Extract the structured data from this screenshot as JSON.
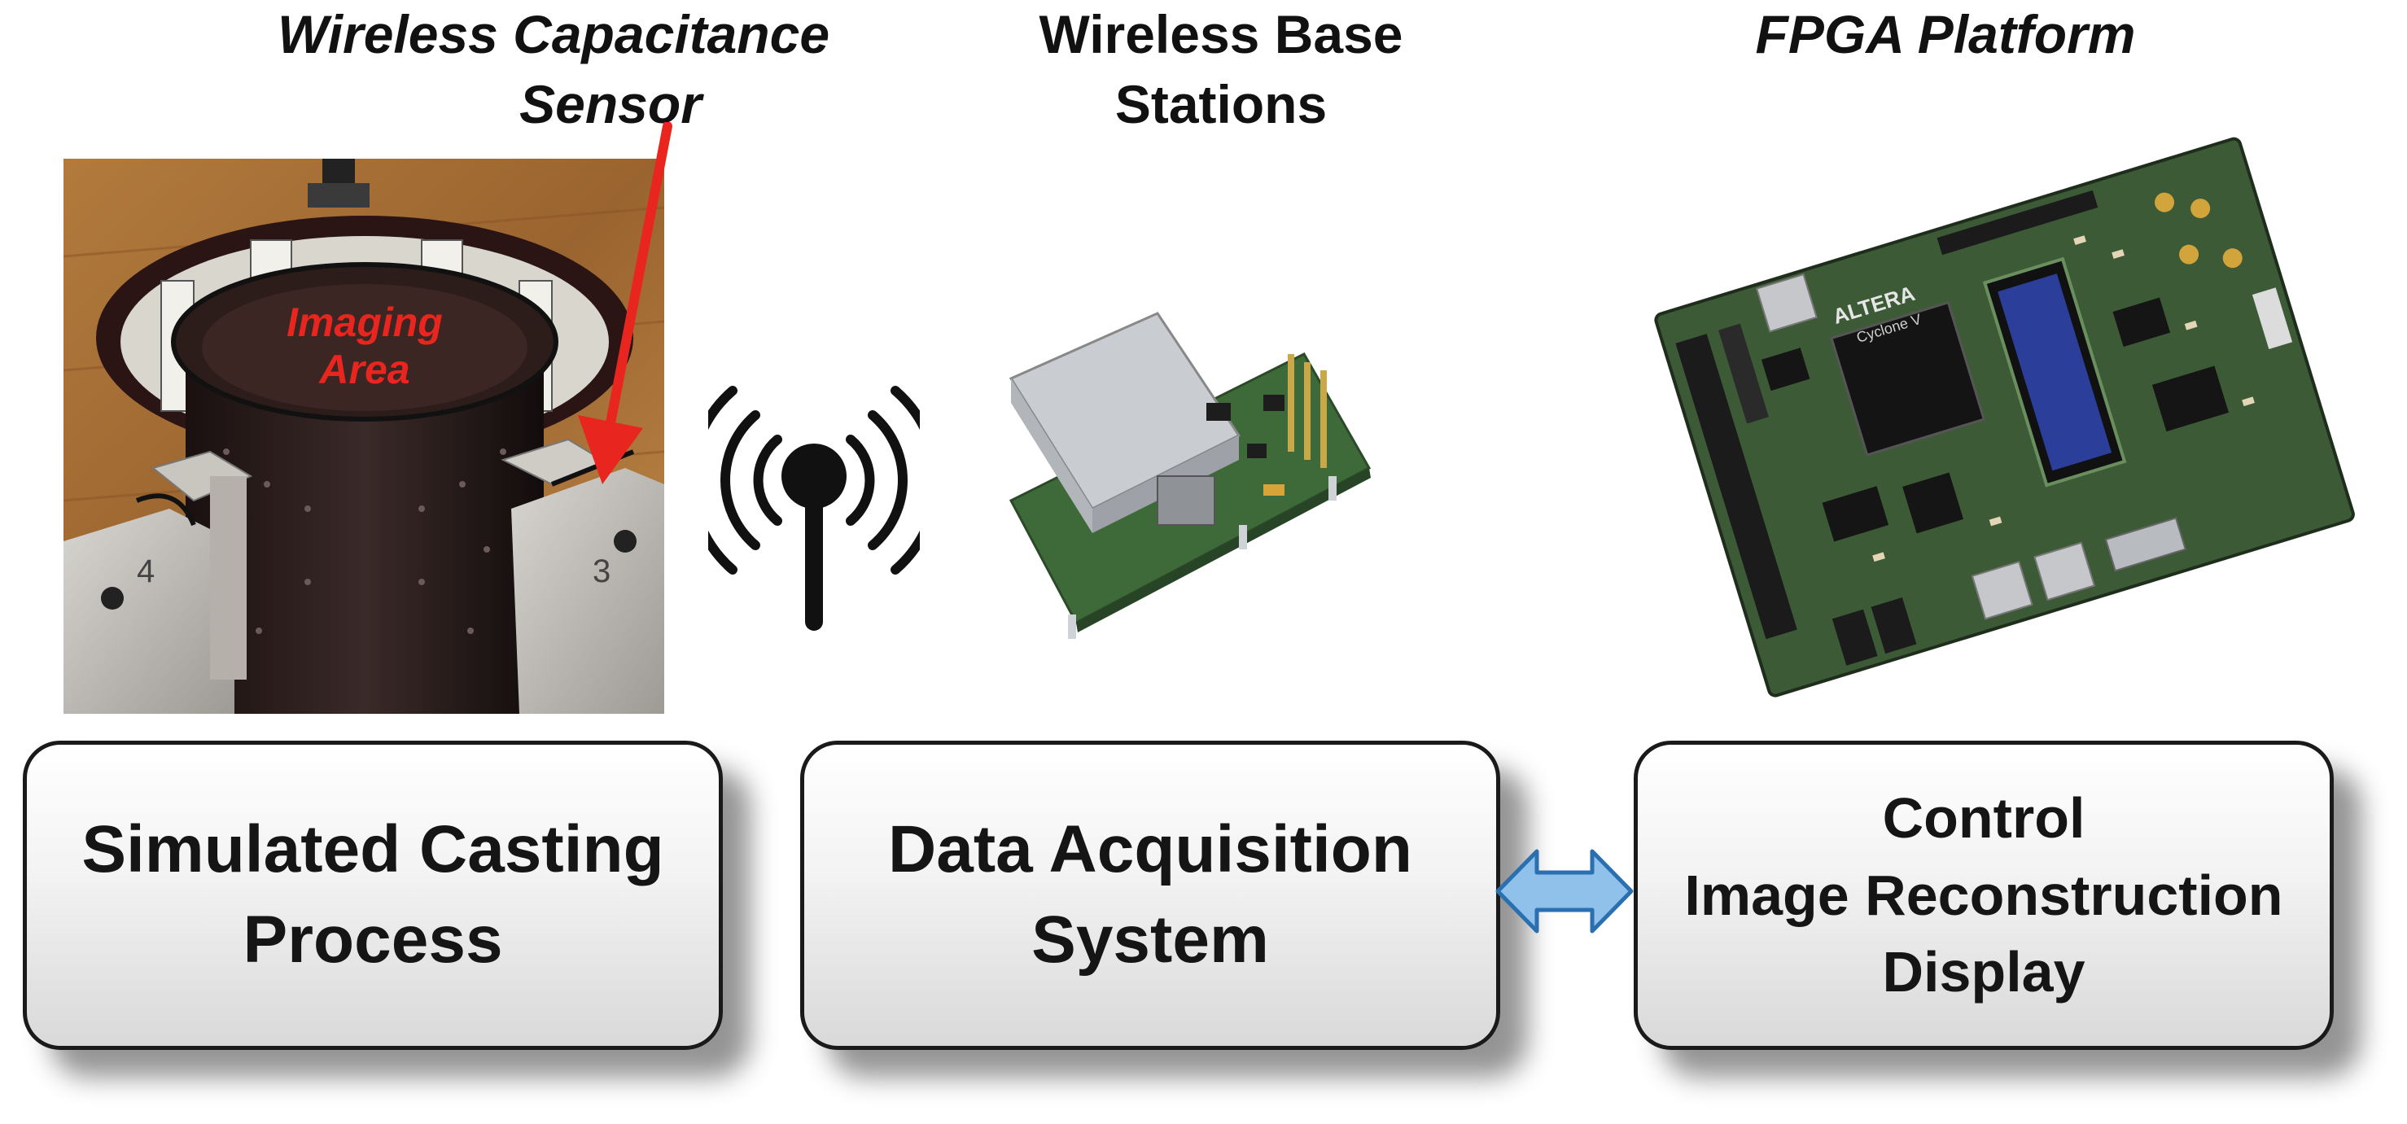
{
  "labels": {
    "sensor_line1": "Wireless Capacitance",
    "sensor_line2": "Sensor",
    "base_line1": "Wireless Base",
    "base_line2": "Stations",
    "fpga": "FPGA Platform",
    "imaging_line1": "Imaging",
    "imaging_line2": "Area"
  },
  "boxes": {
    "casting": {
      "line1": "Simulated Casting",
      "line2": "Process"
    },
    "daq": {
      "line1": "Data Acquisition",
      "line2": "System"
    },
    "control": {
      "line1": "Control",
      "line2": "Image Reconstruction",
      "line3": "Display"
    }
  },
  "board_text": {
    "altera": "ALTERA",
    "cyclone": "Cyclone V"
  },
  "colors": {
    "annotation_red": "#e8251e",
    "arrow_fill": "#8fc1ea",
    "arrow_stroke": "#2a6fb0",
    "pcb_green": "#3d5a36",
    "lcd_blue": "#2b3f9a"
  },
  "icons": {
    "wireless": "wireless-signal-icon",
    "bidirectional": "double-arrow-icon",
    "pointer": "red-arrow-icon"
  }
}
